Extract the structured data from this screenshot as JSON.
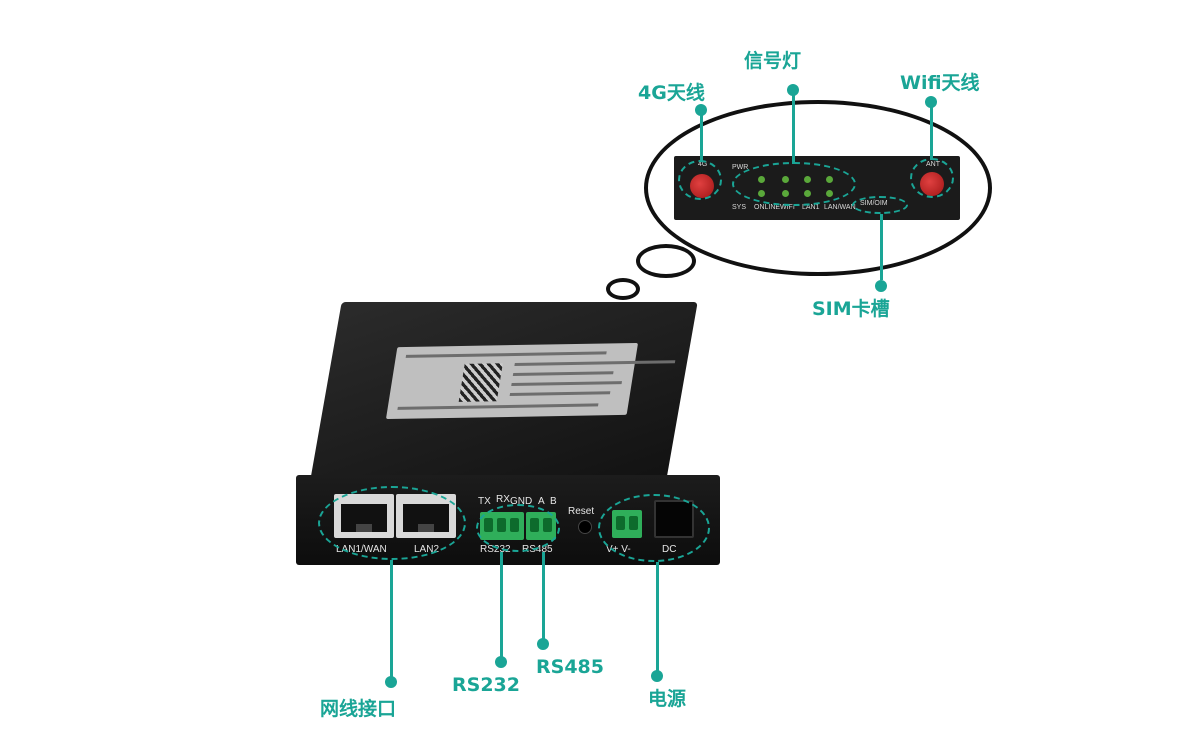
{
  "callouts": {
    "antenna_4g": "4G天线",
    "signal_light": "信号灯",
    "wifi_antenna": "Wifi天线",
    "sim_slot": "SIM卡槽",
    "network_port": "网线接口",
    "rs232": "RS232",
    "rs485": "RS485",
    "power": "电源"
  },
  "device": {
    "port_labels": [
      "LAN1/WAN",
      "LAN2"
    ],
    "serial_top": [
      "TX",
      "RX",
      "GND",
      "A",
      "B"
    ],
    "serial_bottom": [
      "RS232",
      "RS485"
    ],
    "reset": "Reset",
    "power_terminal": "V+ V-",
    "dc": "DC"
  },
  "panel": {
    "ant_left": "4G",
    "ant_right": "ANT",
    "pwr": "PWR",
    "sys": "SYS",
    "online": "ONLINE",
    "wifi": "WIFI",
    "lan1": "LAN1",
    "lan_wan": "LAN/WAN",
    "sim": "SIM/OIM"
  },
  "colors": {
    "accent": "#1aa596",
    "device": "#161616",
    "led": "#5aa83a",
    "terminal": "#2fae5a"
  }
}
